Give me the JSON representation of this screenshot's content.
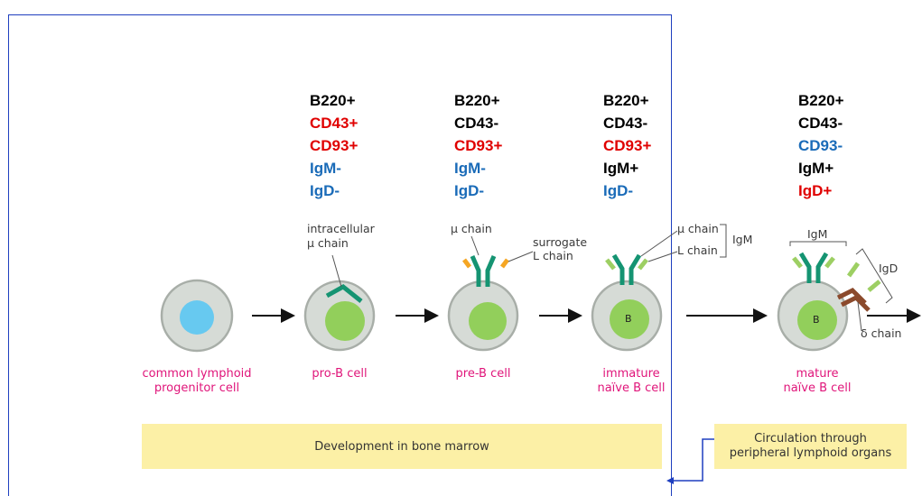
{
  "colors": {
    "positive": "#000000",
    "red": "#e00000",
    "blue": "#1a6bb8",
    "stage_label": "#e0157a",
    "band_fill": "#fcf0a6",
    "frame": "#1f3fbf"
  },
  "markers": [
    {
      "items": [
        {
          "text": "B220+",
          "color": "#000000"
        },
        {
          "text": "CD43+",
          "color": "#e00000"
        },
        {
          "text": "CD93+",
          "color": "#e00000"
        },
        {
          "text": "IgM-",
          "color": "#1a6bb8"
        },
        {
          "text": "IgD-",
          "color": "#1a6bb8"
        }
      ]
    },
    {
      "items": [
        {
          "text": "B220+",
          "color": "#000000"
        },
        {
          "text": "CD43-",
          "color": "#000000"
        },
        {
          "text": "CD93+",
          "color": "#e00000"
        },
        {
          "text": "IgM-",
          "color": "#1a6bb8"
        },
        {
          "text": "IgD-",
          "color": "#1a6bb8"
        }
      ]
    },
    {
      "items": [
        {
          "text": "B220+",
          "color": "#000000"
        },
        {
          "text": "CD43-",
          "color": "#000000"
        },
        {
          "text": "CD93+",
          "color": "#e00000"
        },
        {
          "text": "IgM+",
          "color": "#000000"
        },
        {
          "text": "IgD-",
          "color": "#1a6bb8"
        }
      ]
    },
    {
      "items": [
        {
          "text": "B220+",
          "color": "#000000"
        },
        {
          "text": "CD43-",
          "color": "#000000"
        },
        {
          "text": "CD93-",
          "color": "#1a6bb8"
        },
        {
          "text": "IgM+",
          "color": "#000000"
        },
        {
          "text": "IgD+",
          "color": "#e00000"
        }
      ]
    }
  ],
  "labels": {
    "intracellular_1": "intracellular",
    "intracellular_2": "μ chain",
    "pre_mu_chain": "μ chain",
    "surrogate_1": "surrogate",
    "surrogate_2": "L chain",
    "imm_mu_chain": "μ chain",
    "imm_l_chain": "L chain",
    "igm_bracket": "IgM",
    "mature_igm": "IgM",
    "mature_igd": "IgD",
    "delta_chain": "δ chain",
    "b_letter": "B"
  },
  "stages": [
    {
      "line1": "common lymphoid",
      "line2": "progenitor cell"
    },
    {
      "line1": "pro-B cell",
      "line2": ""
    },
    {
      "line1": "pre-B cell",
      "line2": ""
    },
    {
      "line1": "immature",
      "line2": "naïve B cell"
    },
    {
      "line1": "mature",
      "line2": "naïve B cell"
    }
  ],
  "bands": {
    "bone_marrow": "Development in bone marrow",
    "circulation_1": "Circulation through",
    "circulation_2": "peripheral lymphoid organs"
  }
}
